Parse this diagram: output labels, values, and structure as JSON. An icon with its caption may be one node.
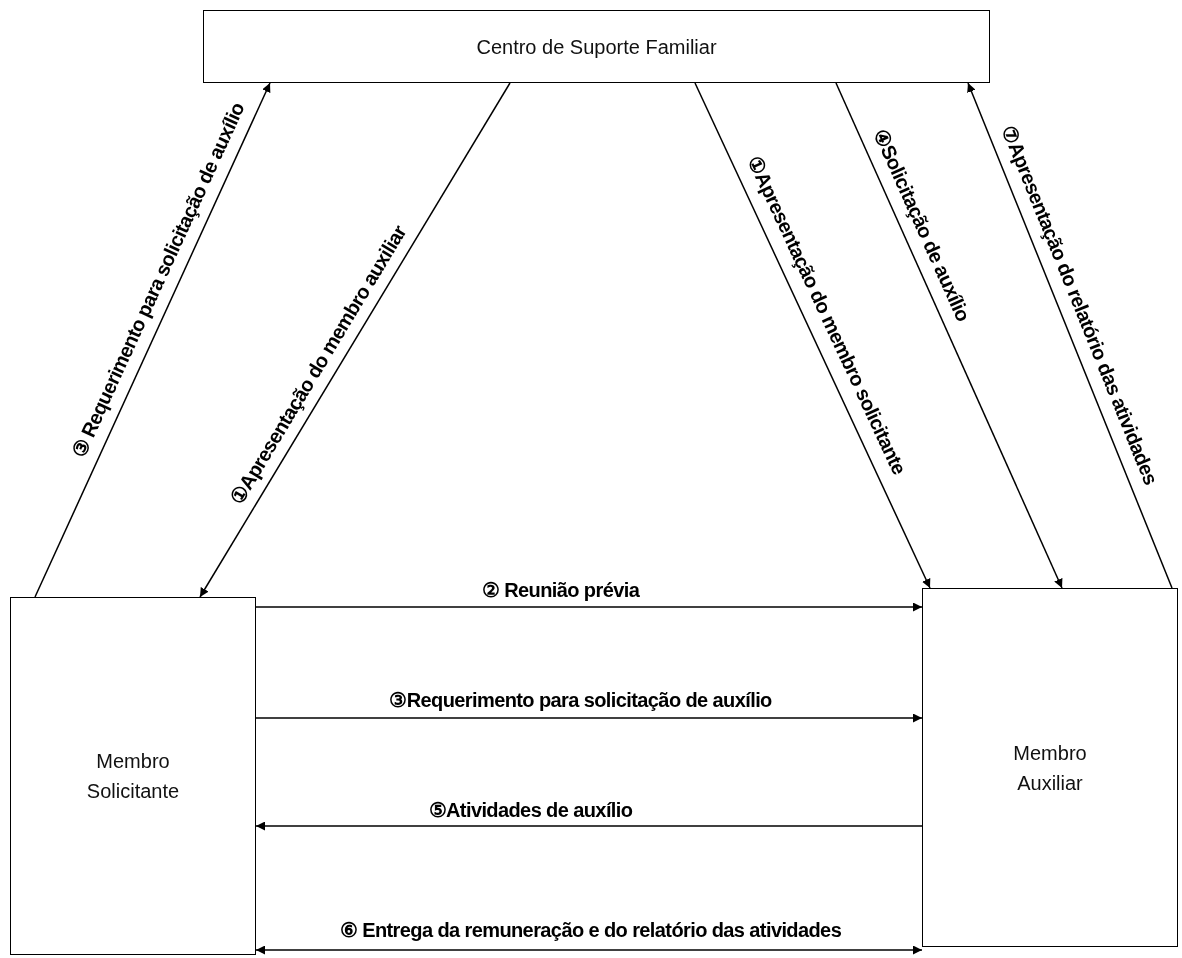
{
  "diagram": {
    "nodes": [
      {
        "text": [
          "Centro de Suporte Familiar"
        ]
      },
      {
        "text": [
          "Membro Solicitante"
        ]
      },
      {
        "text": [
          "Membro Auxiliar"
        ]
      }
    ],
    "edges": [
      {
        "from": 1,
        "to": 0,
        "arrow": "to",
        "label": "③ Requerimento para solicitação de auxílio"
      },
      {
        "from": 0,
        "to": 1,
        "arrow": "to",
        "label": "①Apresentação do membro auxiliar"
      },
      {
        "from": 0,
        "to": 2,
        "arrow": "to",
        "label": "①Apresentação do membro solicitante"
      },
      {
        "from": 0,
        "to": 2,
        "arrow": "to",
        "label": "④Solicitação de auxílio"
      },
      {
        "from": 2,
        "to": 0,
        "arrow": "to",
        "label": "⑦Apresentação do relatório das atividades"
      },
      {
        "from": 1,
        "to": 2,
        "arrow": "to",
        "label": "② Reunião prévia"
      },
      {
        "from": 1,
        "to": 2,
        "arrow": "to",
        "label": "③Requerimento para solicitação de auxílio"
      },
      {
        "from": 2,
        "to": 1,
        "arrow": "to",
        "label": "⑤Atividades de auxílio"
      },
      {
        "from": 1,
        "to": 2,
        "arrow": "both",
        "label": "⑥ Entrega da remuneração e do relatório das atividades"
      }
    ]
  }
}
